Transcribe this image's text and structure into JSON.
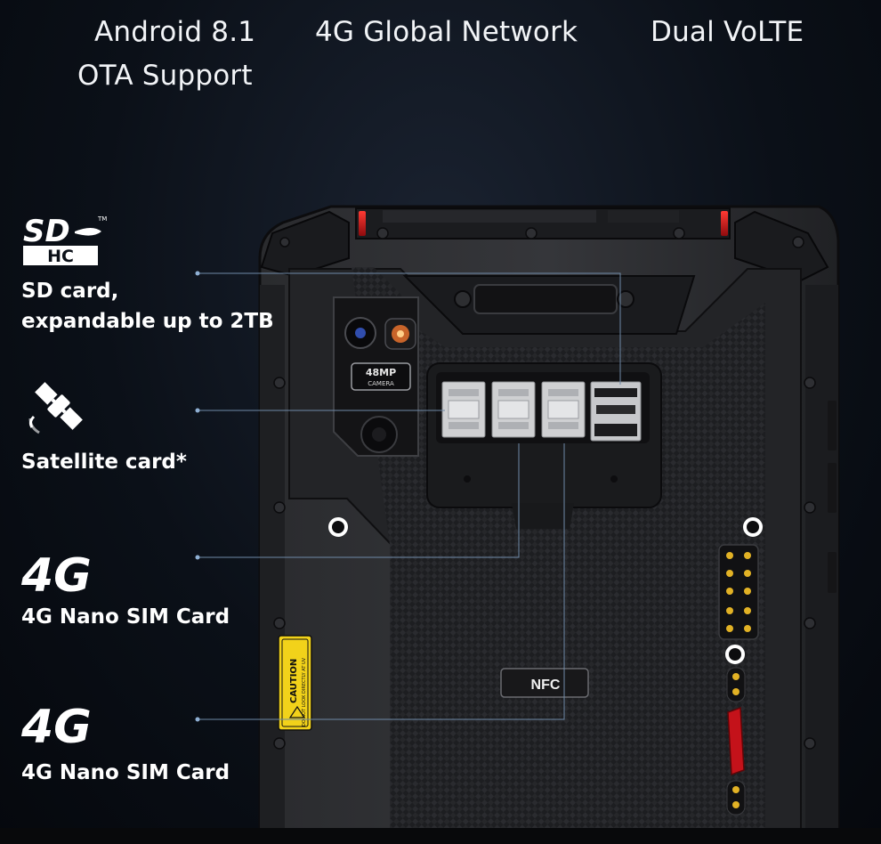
{
  "header": {
    "android": "Android 8.1",
    "network": "4G Global Network",
    "volte": "Dual VoLTE",
    "ota": "OTA Support"
  },
  "features": [
    {
      "icon": "sdhc-logo-icon",
      "label_line1": "SD card,",
      "label_line2": "expandable up to 2TB"
    },
    {
      "icon": "satellite-icon",
      "label_line1": "Satellite card*"
    },
    {
      "icon": "4g-icon",
      "label_line1": "4G Nano SIM Card"
    },
    {
      "icon": "4g-icon",
      "label_line1": "4G Nano SIM Card"
    }
  ],
  "icons": {
    "sd_logo_text_top": "SD",
    "sd_logo_text_bottom": "HC",
    "trademark": "TM",
    "fourg_text": "4G"
  },
  "phone": {
    "camera_label_top": "48MP",
    "camera_label_bottom": "CAMERA",
    "nfc_label": "NFC",
    "caution_title": "CAUTION",
    "caution_text": "DO NOT LOOK DIRECTLY AT UV"
  },
  "colors": {
    "accent_red": "#d0161a",
    "pin_gold": "#e2b225",
    "caution_yellow": "#f2d21a",
    "leader_line": "#6f8aa8"
  }
}
